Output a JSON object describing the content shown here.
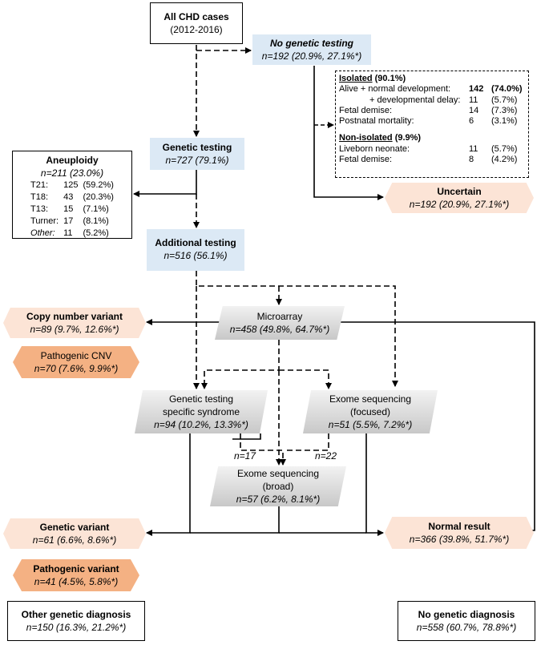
{
  "root": {
    "title": "All CHD cases",
    "sub": "(2012-2016)"
  },
  "no_testing": {
    "title": "No genetic testing",
    "n": "n=192 (20.9%, 27.1%*)"
  },
  "details": {
    "isolated_head": "Isolated",
    "isolated_pct": "(90.1%)",
    "rows": [
      {
        "label": "Alive + normal development:",
        "v1": "142",
        "v2": "(74.0%)",
        "bold": true
      },
      {
        "label": "+ developmental delay:",
        "v1": "11",
        "v2": "(5.7%)",
        "indent": true
      },
      {
        "label": "Fetal demise:",
        "v1": "14",
        "v2": "(7.3%)"
      },
      {
        "label": "Postnatal mortality:",
        "v1": "6",
        "v2": "(3.1%)"
      }
    ],
    "nonisolated_head": "Non-isolated",
    "nonisolated_pct": "(9.9%)",
    "rows2": [
      {
        "label": "Liveborn neonate:",
        "v1": "11",
        "v2": "(5.7%)"
      },
      {
        "label": "Fetal demise:",
        "v1": "8",
        "v2": "(4.2%)"
      }
    ]
  },
  "uncertain": {
    "title": "Uncertain",
    "n": "n=192 (20.9%, 27.1%*)"
  },
  "genetic_testing": {
    "title": "Genetic testing",
    "n": "n=727 (79.1%)"
  },
  "aneuploidy": {
    "title": "Aneuploidy",
    "n": "n=211 (23.0%)",
    "rows": [
      {
        "k": "T21:",
        "c": "125",
        "p": "(59.2%)"
      },
      {
        "k": "T18:",
        "c": "43",
        "p": "(20.3%)"
      },
      {
        "k": "T13:",
        "c": "15",
        "p": "(7.1%)"
      },
      {
        "k": "Turner:",
        "c": "17",
        "p": "(8.1%)"
      },
      {
        "k": "Other:",
        "c": "11",
        "p": "(5.2%)"
      }
    ]
  },
  "additional": {
    "title": "Additional testing",
    "n": "n=516 (56.1%)"
  },
  "microarray": {
    "title": "Microarray",
    "n": "n=458 (49.8%, 64.7%*)"
  },
  "cnv": {
    "title": "Copy number variant",
    "n": "n=89 (9.7%, 12.6%*)"
  },
  "pcnv": {
    "title": "Pathogenic CNV",
    "n": "n=70 (7.6%, 9.9%*)"
  },
  "specific": {
    "title1": "Genetic testing",
    "title2": "specific syndrome",
    "n": "n=94 (10.2%, 13.3%*)"
  },
  "exome_focused": {
    "title1": "Exome sequencing",
    "title2": "(focused)",
    "n": "n=51 (5.5%, 7.2%*)"
  },
  "exome_broad": {
    "title1": "Exome sequencing",
    "title2": "(broad)",
    "n": "n=57 (6.2%, 8.1%*)"
  },
  "n17": "n=17",
  "n22": "n=22",
  "genetic_variant": {
    "title": "Genetic variant",
    "n": "n=61 (6.6%, 8.6%*)"
  },
  "pathogenic_variant": {
    "title": "Pathogenic variant",
    "n": "n=41 (4.5%, 5.8%*)"
  },
  "normal": {
    "title": "Normal result",
    "n": "n=366 (39.8%, 51.7%*)"
  },
  "other_dx": {
    "title": "Other genetic diagnosis",
    "n": "n=150 (16.3%, 21.2%*)"
  },
  "no_dx": {
    "title": "No genetic diagnosis",
    "n": "n=558 (60.7%, 78.8%*)"
  }
}
